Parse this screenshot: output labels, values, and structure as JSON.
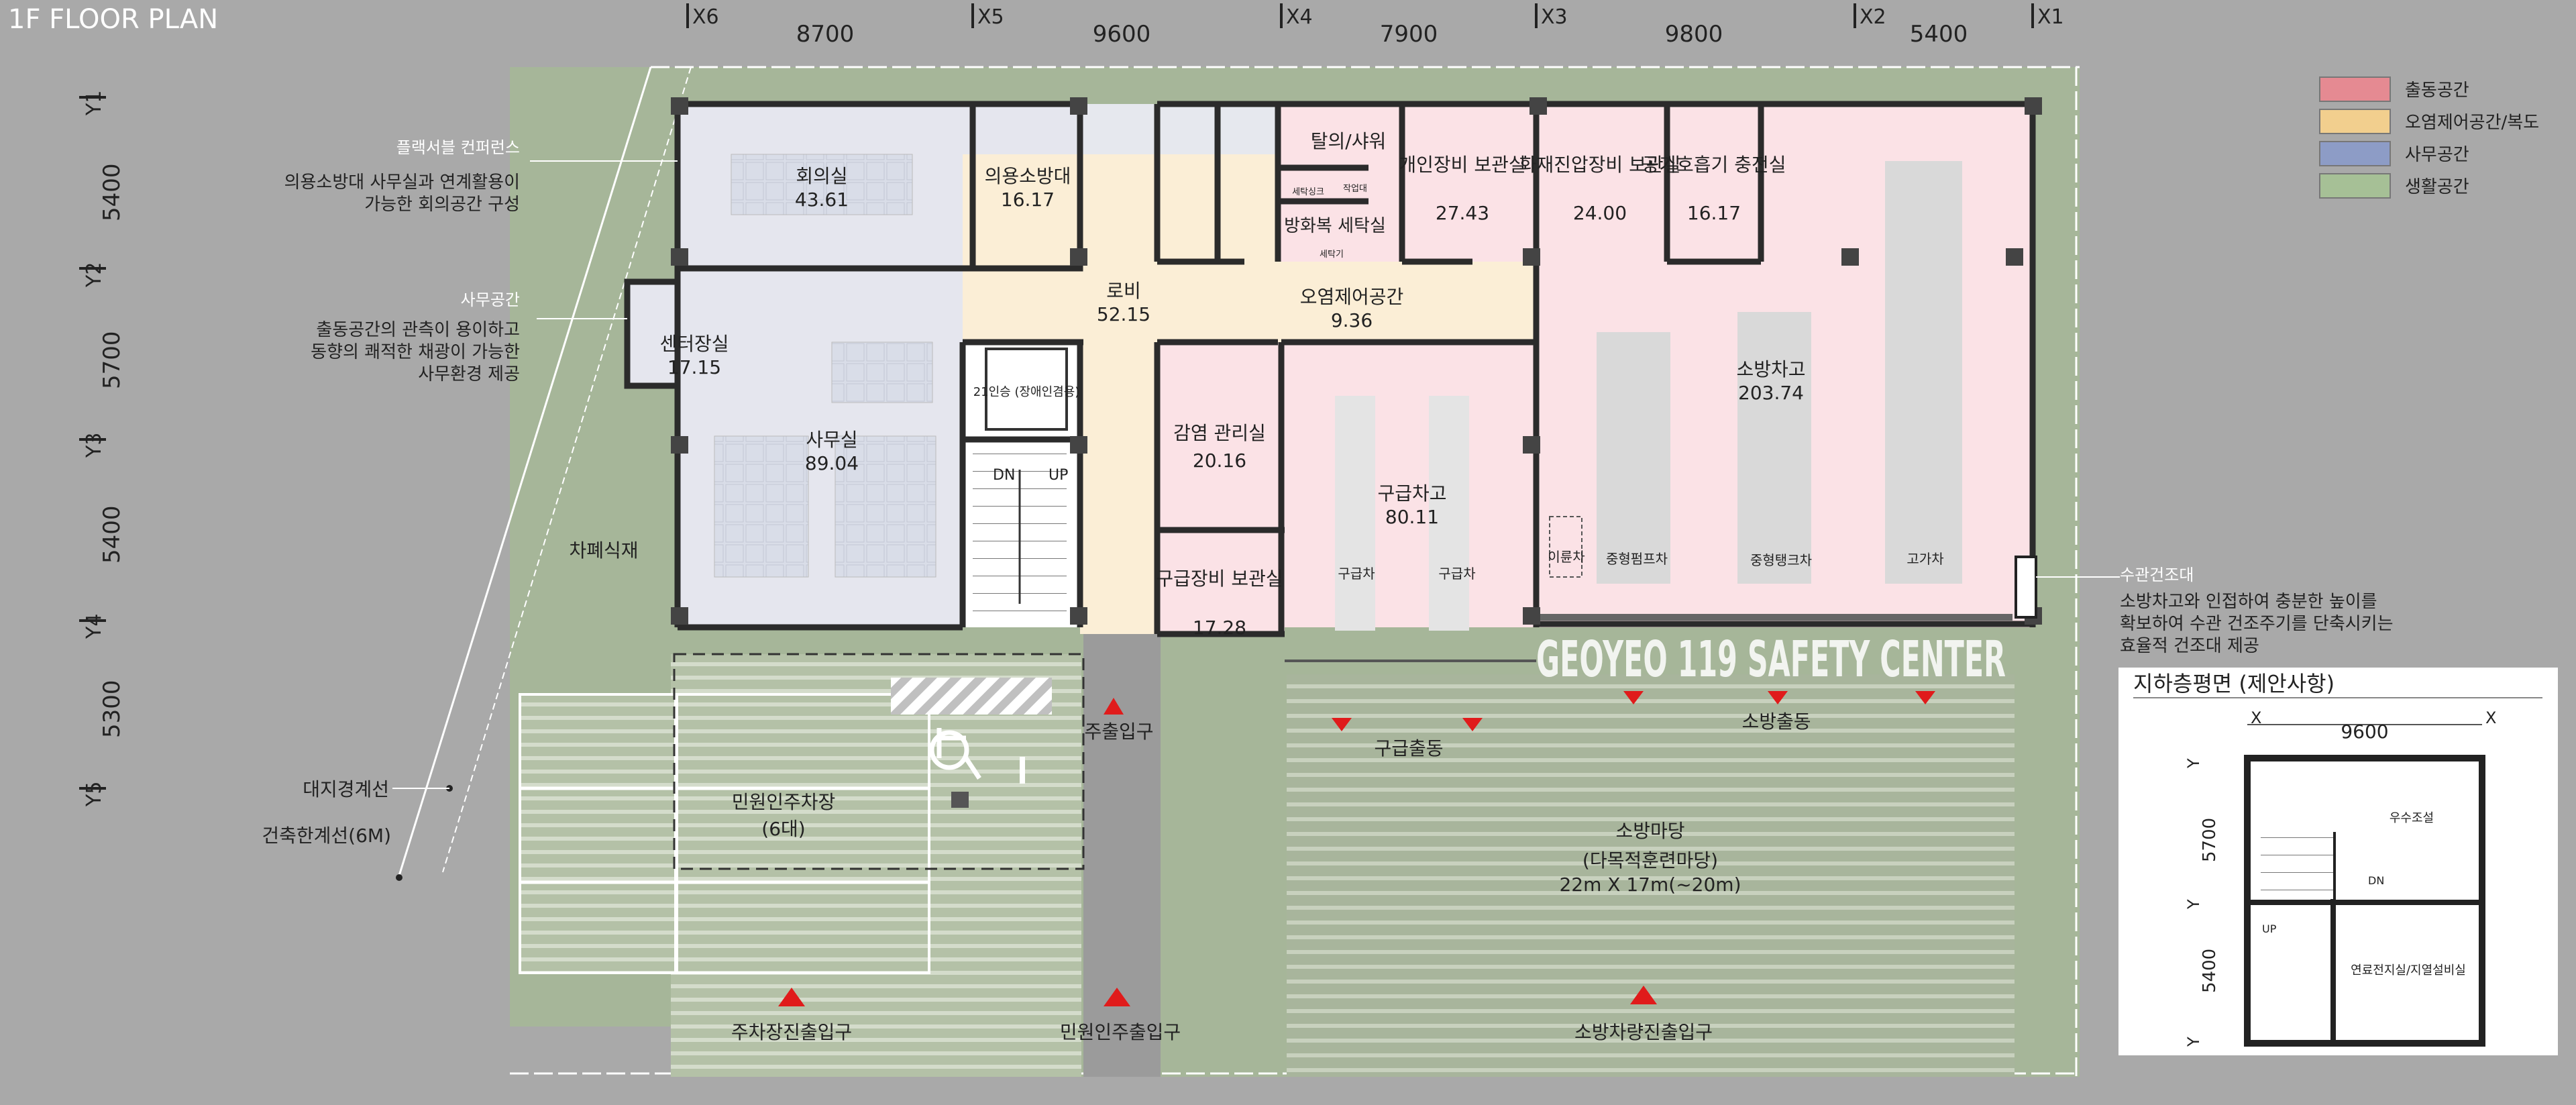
{
  "title": "1F FLOOR PLAN",
  "grid_x": [
    {
      "label": "X6"
    },
    {
      "label": "X5"
    },
    {
      "label": "X4"
    },
    {
      "label": "X3"
    },
    {
      "label": "X2"
    },
    {
      "label": "X1"
    }
  ],
  "dims_x": [
    "8700",
    "9600",
    "7900",
    "9800",
    "5400"
  ],
  "grid_y": [
    {
      "label": "Y1"
    },
    {
      "label": "Y2"
    },
    {
      "label": "Y3"
    },
    {
      "label": "Y4"
    },
    {
      "label": "Y5"
    }
  ],
  "dims_y": [
    "5400",
    "5700",
    "5400",
    "5300"
  ],
  "legend": [
    {
      "label": "출동공간",
      "color": "#e58a92"
    },
    {
      "label": "오염제어공간/복도",
      "color": "#f2cf8e"
    },
    {
      "label": "사무공간",
      "color": "#8d9cc6"
    },
    {
      "label": "생활공간",
      "color": "#a6c096"
    }
  ],
  "rooms": [
    {
      "name": "회의실",
      "area": "43.61"
    },
    {
      "name": "의용소방대",
      "area": "16.17"
    },
    {
      "name": "탈의/샤워",
      "area": ""
    },
    {
      "name": "방화복 세탁실",
      "area": ""
    },
    {
      "name": "개인장비 보관실",
      "area": "27.43"
    },
    {
      "name": "화재진압장비 보관실",
      "area": "24.00"
    },
    {
      "name": "공기호흡기 충전실",
      "area": "16.17"
    },
    {
      "name": "로비",
      "area": "52.15"
    },
    {
      "name": "오염제어공간",
      "area": "9.36"
    },
    {
      "name": "센터장실",
      "area": "17.15"
    },
    {
      "name": "21인승 (장애인겸용)",
      "area": ""
    },
    {
      "name": "소방차고",
      "area": "203.74"
    },
    {
      "name": "감염 관리실",
      "area": "20.16"
    },
    {
      "name": "구급차고",
      "area": "80.11"
    },
    {
      "name": "사무실",
      "area": "89.04"
    },
    {
      "name": "구급장비 보관실",
      "area": "17.28"
    },
    {
      "name": "민원인주차장",
      "area": "(6대)"
    }
  ],
  "small_labels": {
    "bath1": "세탁싱크",
    "bath2": "작업대",
    "washer": "세탁기",
    "dn": "DN",
    "up": "UP",
    "amb1": "구급차",
    "amb2": "구급차",
    "motorbike": "이륜차",
    "pump": "중형펌프차",
    "tank": "중형탱크차",
    "ladder": "고가차"
  },
  "site_labels": {
    "planting": "차폐식재",
    "main_entrance": "주출입구",
    "ambulance_dispatch": "구급출동",
    "fire_dispatch": "소방출동",
    "yard_title": "소방마당",
    "yard_sub": "(다목적훈련마당)",
    "yard_size": "22m X 17m(~20m)",
    "parking_entrance": "주차장진출입구",
    "civil_entrance": "민원인주출입구",
    "vehicle_entrance": "소방차량진출입구",
    "boundary": "대지경계선",
    "setback": "건축한계선(6M)",
    "lettering": "GEOYEO 119 SAFETY CENTER"
  },
  "annotations": [
    {
      "title": "플랙서블 컨퍼런스",
      "lines": [
        "의용소방대 사무실과 연계활용이",
        "가능한 회의공간 구성"
      ]
    },
    {
      "title": "사무공간",
      "lines": [
        "출동공간의 관측이 용이하고",
        "동향의 쾌적한 채광이 가능한",
        "사무환경 제공"
      ]
    },
    {
      "title": "수관건조대",
      "lines": [
        "소방차고와 인접하여 충분한 높이를",
        "확보하여 수관 건조주기를 단축시키는",
        "효율적 건조대 제공"
      ]
    }
  ],
  "inset": {
    "title": "지하층평면 (제안사항)",
    "dim": "9600",
    "x_label": "X",
    "y_label": "Y",
    "dims_y": [
      "5700",
      "5400"
    ],
    "room1": "우수조설",
    "room2": "연료전지실/지열설비실",
    "dn": "DN",
    "up": "UP"
  }
}
